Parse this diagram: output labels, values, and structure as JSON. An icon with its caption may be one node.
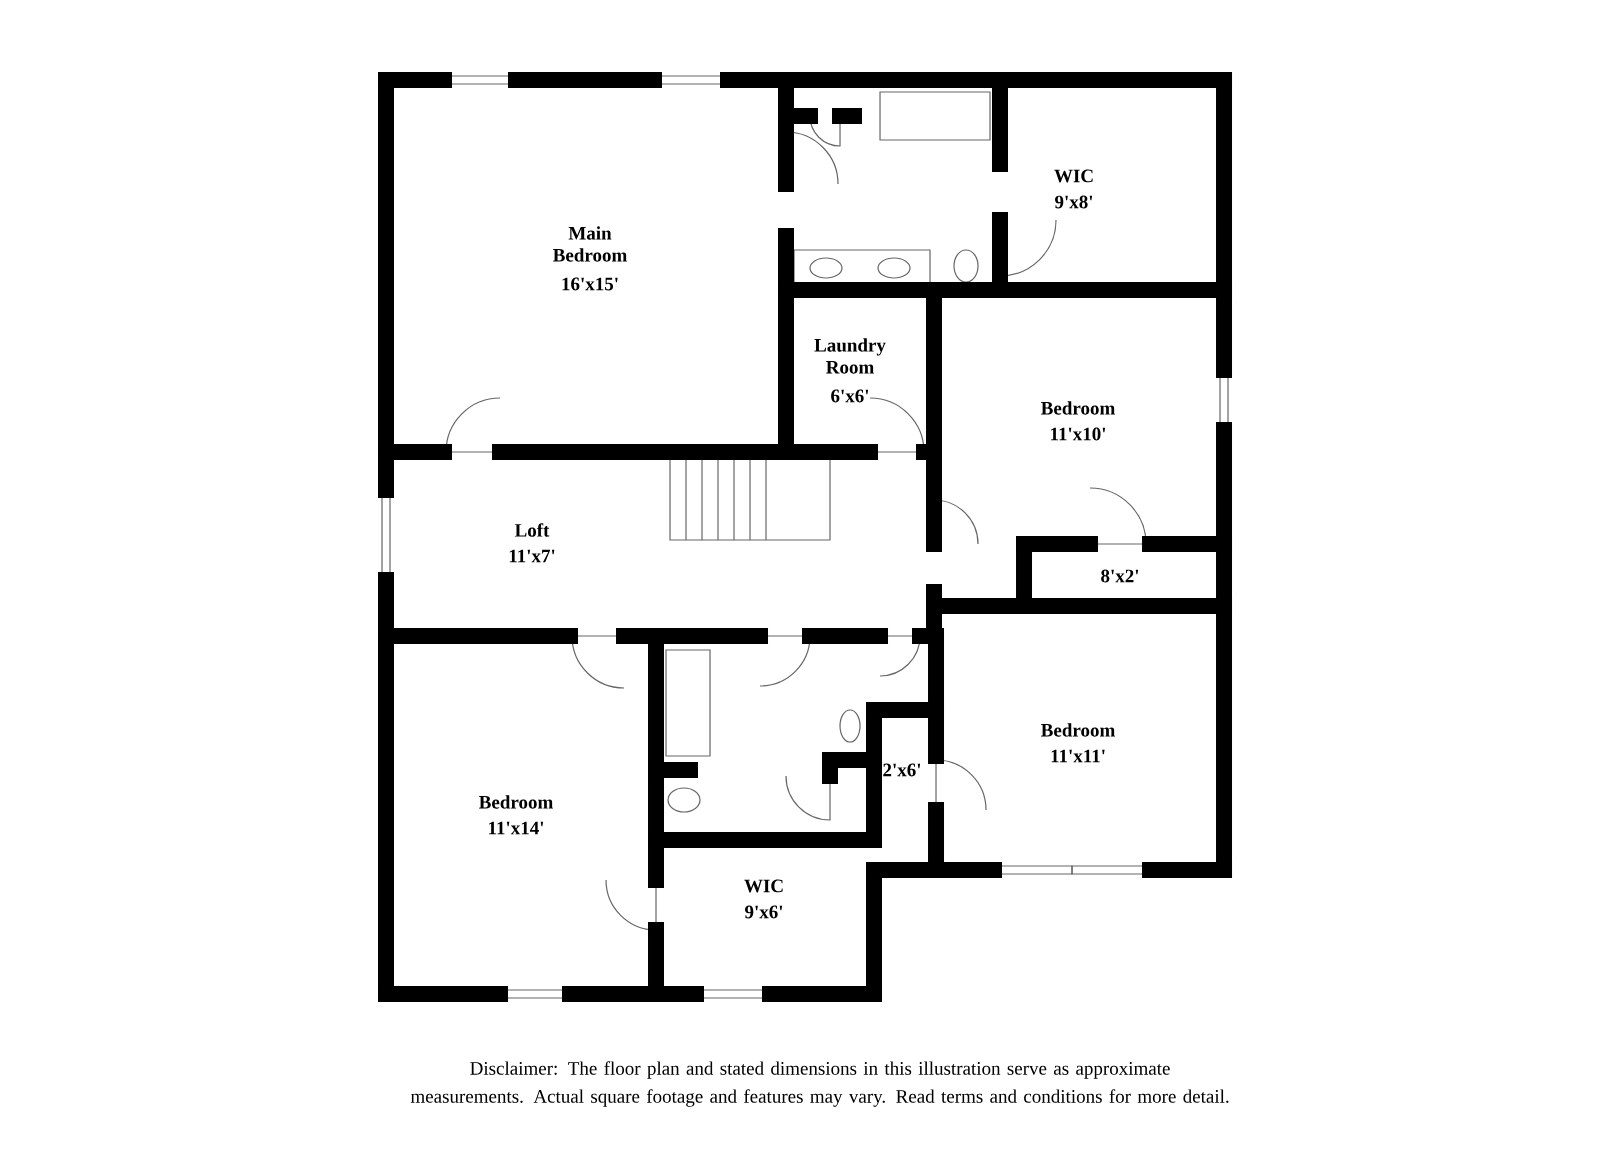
{
  "diagram": {
    "caption": "Disclaimer: The floor plan and stated dimensions in this illustration serve as approximate measurements. Actual square footage and features may vary. Read terms and conditions for more detail.",
    "labels": [
      "WIC",
      "9'x8'",
      "Main Bedroom",
      "16'x15'",
      "Laundry Room",
      "6'x6'",
      "Bedroom",
      "11'x10'",
      "Loft",
      "11'x7'",
      "8'x2'",
      "Bedroom",
      "11'x11'",
      "2'x6'",
      "Bedroom",
      "11'x14'",
      "WIC",
      "9'x6'"
    ]
  }
}
